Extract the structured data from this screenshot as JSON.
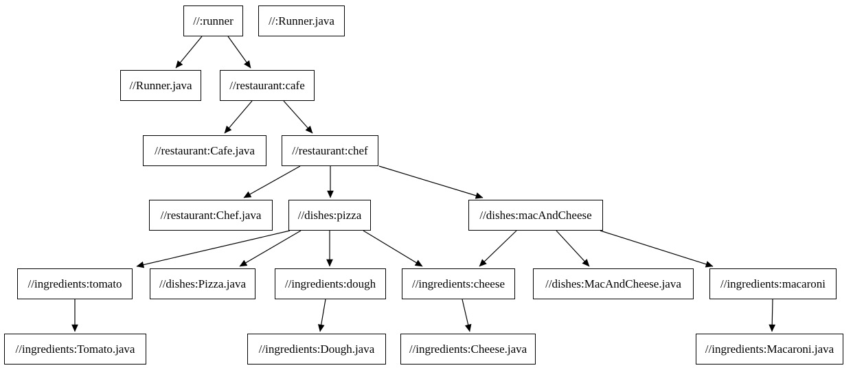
{
  "canvas": {
    "background_color": "#ffffff",
    "node_fill_color": "#ffffff",
    "node_border_color": "#000000",
    "edge_color": "#000000",
    "text_color": "#000000"
  },
  "nodes": [
    {
      "id": "runner",
      "label": "//:runner"
    },
    {
      "id": "runner-java-file",
      "label": "//:Runner.java"
    },
    {
      "id": "runner-java",
      "label": "//Runner.java"
    },
    {
      "id": "cafe",
      "label": "//restaurant:cafe"
    },
    {
      "id": "cafe-java",
      "label": "//restaurant:Cafe.java"
    },
    {
      "id": "chef",
      "label": "//restaurant:chef"
    },
    {
      "id": "chef-java",
      "label": "//restaurant:Chef.java"
    },
    {
      "id": "pizza",
      "label": "//dishes:pizza"
    },
    {
      "id": "mac-and-cheese",
      "label": "//dishes:macAndCheese"
    },
    {
      "id": "tomato",
      "label": "//ingredients:tomato"
    },
    {
      "id": "pizza-java",
      "label": "//dishes:Pizza.java"
    },
    {
      "id": "dough",
      "label": "//ingredients:dough"
    },
    {
      "id": "cheese",
      "label": "//ingredients:cheese"
    },
    {
      "id": "mac-and-cheese-java",
      "label": "//dishes:MacAndCheese.java"
    },
    {
      "id": "macaroni",
      "label": "//ingredients:macaroni"
    },
    {
      "id": "tomato-java",
      "label": "//ingredients:Tomato.java"
    },
    {
      "id": "dough-java",
      "label": "//ingredients:Dough.java"
    },
    {
      "id": "cheese-java",
      "label": "//ingredients:Cheese.java"
    },
    {
      "id": "macaroni-java",
      "label": "//ingredients:Macaroni.java"
    }
  ],
  "edges": [
    {
      "from": "//:runner",
      "to": "//Runner.java"
    },
    {
      "from": "//:runner",
      "to": "//restaurant:cafe"
    },
    {
      "from": "//restaurant:cafe",
      "to": "//restaurant:Cafe.java"
    },
    {
      "from": "//restaurant:cafe",
      "to": "//restaurant:chef"
    },
    {
      "from": "//restaurant:chef",
      "to": "//restaurant:Chef.java"
    },
    {
      "from": "//restaurant:chef",
      "to": "//dishes:pizza"
    },
    {
      "from": "//restaurant:chef",
      "to": "//dishes:macAndCheese"
    },
    {
      "from": "//dishes:pizza",
      "to": "//ingredients:tomato"
    },
    {
      "from": "//dishes:pizza",
      "to": "//dishes:Pizza.java"
    },
    {
      "from": "//dishes:pizza",
      "to": "//ingredients:dough"
    },
    {
      "from": "//dishes:pizza",
      "to": "//ingredients:cheese"
    },
    {
      "from": "//dishes:macAndCheese",
      "to": "//ingredients:cheese"
    },
    {
      "from": "//dishes:macAndCheese",
      "to": "//dishes:MacAndCheese.java"
    },
    {
      "from": "//dishes:macAndCheese",
      "to": "//ingredients:macaroni"
    },
    {
      "from": "//ingredients:tomato",
      "to": "//ingredients:Tomato.java"
    },
    {
      "from": "//ingredients:dough",
      "to": "//ingredients:Dough.java"
    },
    {
      "from": "//ingredients:cheese",
      "to": "//ingredients:Cheese.java"
    },
    {
      "from": "//ingredients:macaroni",
      "to": "//ingredients:Macaroni.java"
    }
  ]
}
